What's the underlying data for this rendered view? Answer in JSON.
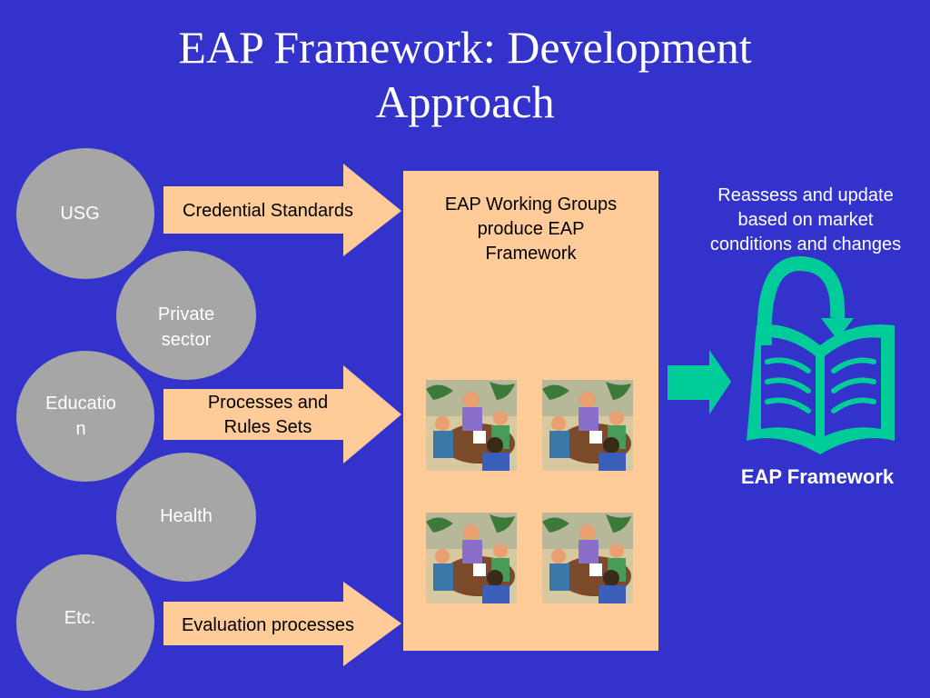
{
  "title": {
    "line1": "EAP Framework: Development",
    "line2": "Approach"
  },
  "stakeholders": [
    {
      "line1": "USG",
      "line2": ""
    },
    {
      "line1": "Private",
      "line2": "sector"
    },
    {
      "line1": "Educatio",
      "line2": "n"
    },
    {
      "line1": "Health",
      "line2": ""
    },
    {
      "line1": "Etc.",
      "line2": ""
    }
  ],
  "inputs": [
    {
      "line1": "Credential Standards",
      "line2": ""
    },
    {
      "line1": "Processes and",
      "line2": "Rules Sets"
    },
    {
      "line1": "Evaluation processes",
      "line2": ""
    }
  ],
  "panel": {
    "line1": "EAP Working Groups",
    "line2": "produce EAP",
    "line3": "Framework"
  },
  "feedback": {
    "line1": "Reassess and update",
    "line2": "based on market",
    "line3": "conditions and changes"
  },
  "output": {
    "label": "EAP Framework"
  },
  "colors": {
    "background": "#3333cc",
    "circle": "#a6a6a6",
    "arrow_fill": "#ffcc99",
    "panel": "#ffcc99",
    "accent": "#00cc99",
    "text_light": "#ffffff",
    "text_dark": "#000000"
  },
  "icons": {
    "meeting": "meeting-clipart-icon",
    "book": "open-book-icon",
    "loop": "curved-arrow-icon",
    "output_arrow": "right-arrow-icon"
  }
}
